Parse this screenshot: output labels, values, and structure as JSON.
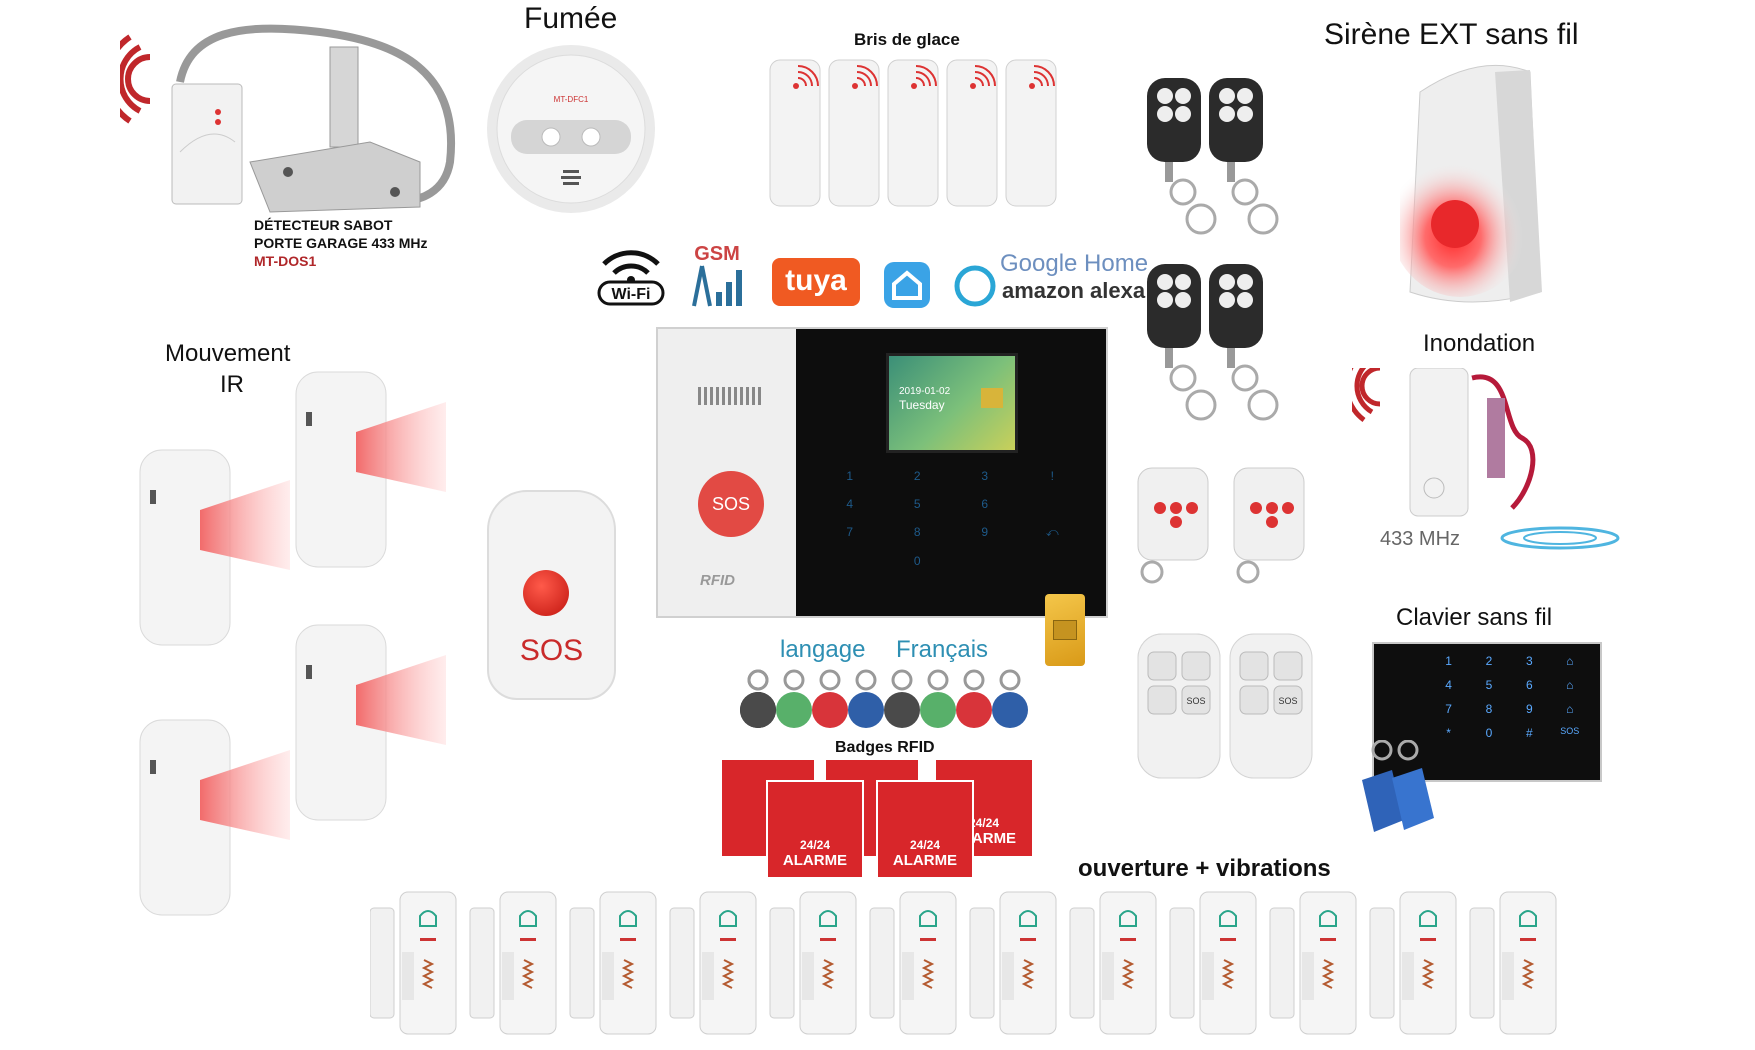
{
  "labels": {
    "smoke": "Fumée",
    "glass_break": "Bris de glace",
    "siren": "Sirène EXT sans fil",
    "garage_line1": "DÉTECTEUR  SABOT",
    "garage_line2": "PORTE GARAGE 433 MHz",
    "garage_model": "MT-DOS1",
    "motion_line1": "Mouvement",
    "motion_line2": "IR",
    "flood": "Inondation",
    "flood_freq": "433 MHz",
    "keypad": "Clavier sans fil",
    "language_label": "langage",
    "language_value": "Français",
    "badges": "Badges RFID",
    "contacts": "ouverture + vibrations",
    "sos_button": "SOS"
  },
  "logos": {
    "wifi": "Wi-Fi",
    "gsm": "GSM",
    "tuya": "tuya",
    "google": "Google Home",
    "alexa": "amazon alexa"
  },
  "panel": {
    "sos": "SOS",
    "rfid": "RFID",
    "screen_date": "2019-01-02",
    "screen_day": "Tuesday",
    "keypad_keys": [
      "1",
      "2",
      "3",
      "!",
      "4",
      "5",
      "6",
      "",
      "7",
      "8",
      "9",
      "⤺",
      "",
      "0",
      "",
      ""
    ]
  },
  "smoke_model": "MT-DFC1",
  "remote_sos": "SOS",
  "keypad_keys": [
    "",
    "1",
    "2",
    "3",
    "⌂",
    "",
    "4",
    "5",
    "6",
    "⌂",
    "",
    "7",
    "8",
    "9",
    "⌂",
    "",
    "*",
    "0",
    "#",
    "SOS"
  ],
  "stickers": {
    "text_line1": "24/24",
    "text_line2": "ALARME"
  },
  "colors": {
    "siren_red": "#e8282b",
    "sticker_red": "#d8262a",
    "tuya_orange": "#f05a22",
    "label_blue": "#2e8fb3"
  }
}
